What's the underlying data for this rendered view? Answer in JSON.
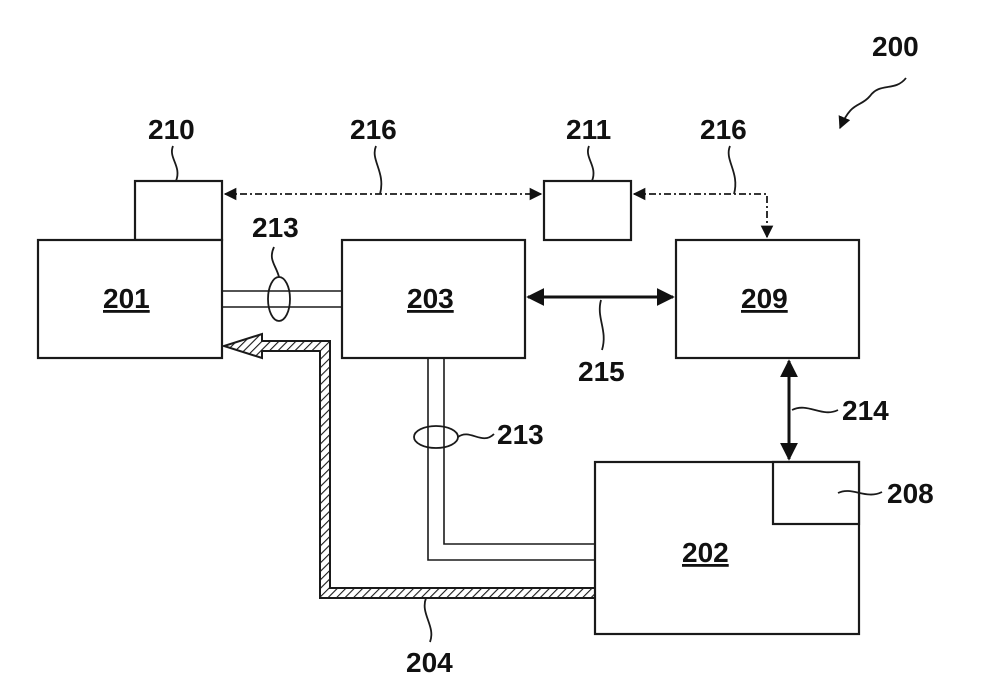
{
  "figure": {
    "ref_200": "200",
    "boxes": {
      "b201": "201",
      "b202": "202",
      "b203": "203",
      "b208": "208",
      "b209": "209",
      "b210": "210",
      "b211": "211"
    },
    "links": {
      "l204": "204",
      "l213a": "213",
      "l213b": "213",
      "l214": "214",
      "l215": "215",
      "l216a": "216",
      "l216b": "216"
    }
  },
  "colors": {
    "ink": "#1a1a1a",
    "background": "#ffffff"
  }
}
